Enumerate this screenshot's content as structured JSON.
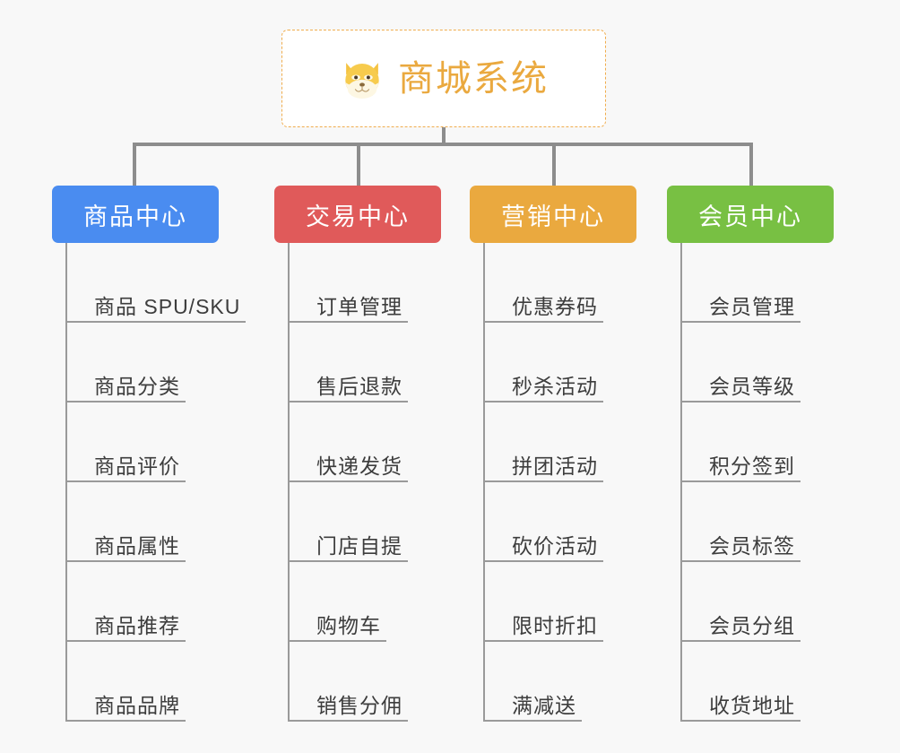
{
  "background_color": "#f8f8f8",
  "root": {
    "icon": "dog-face-emoji",
    "title": "商城系统",
    "text_color": "#eaa93f",
    "border_color": "#f0ad4e",
    "background_color": "#ffffff"
  },
  "connector_color": "#8d8d8d",
  "leaf_line_color": "#9a9a9a",
  "leaf_text_color": "#3d3d3d",
  "columns": [
    {
      "title": "商品中心",
      "color": "#4a8cf0",
      "items": [
        "商品 SPU/SKU",
        "商品分类",
        "商品评价",
        "商品属性",
        "商品推荐",
        "商品品牌"
      ]
    },
    {
      "title": "交易中心",
      "color": "#e05a5a",
      "items": [
        "订单管理",
        "售后退款",
        "快递发货",
        "门店自提",
        "购物车",
        "销售分佣"
      ]
    },
    {
      "title": "营销中心",
      "color": "#eaa93f",
      "items": [
        "优惠券码",
        "秒杀活动",
        "拼团活动",
        "砍价活动",
        "限时折扣",
        "满减送"
      ]
    },
    {
      "title": "会员中心",
      "color": "#78c043",
      "items": [
        "会员管理",
        "会员等级",
        "积分签到",
        "会员标签",
        "会员分组",
        "收货地址"
      ]
    }
  ]
}
